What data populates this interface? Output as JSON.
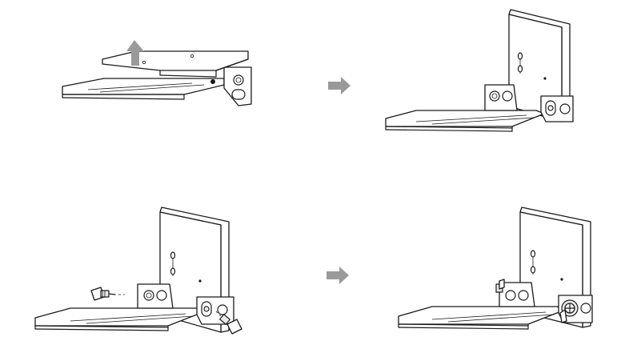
{
  "figure": {
    "steps": [
      {
        "id": 1,
        "action": "lift-off-top-plate"
      },
      {
        "id": 2,
        "action": "bracket-upright"
      },
      {
        "id": 3,
        "action": "insert-screws"
      },
      {
        "id": 4,
        "action": "tighten-screws"
      }
    ],
    "colors": {
      "line": "#1a1a1a",
      "arrow": "#9a9a9a",
      "background": "#ffffff"
    },
    "icons": [
      "up-arrow-icon",
      "right-arrow-icon",
      "thumb-screw-icon"
    ]
  }
}
